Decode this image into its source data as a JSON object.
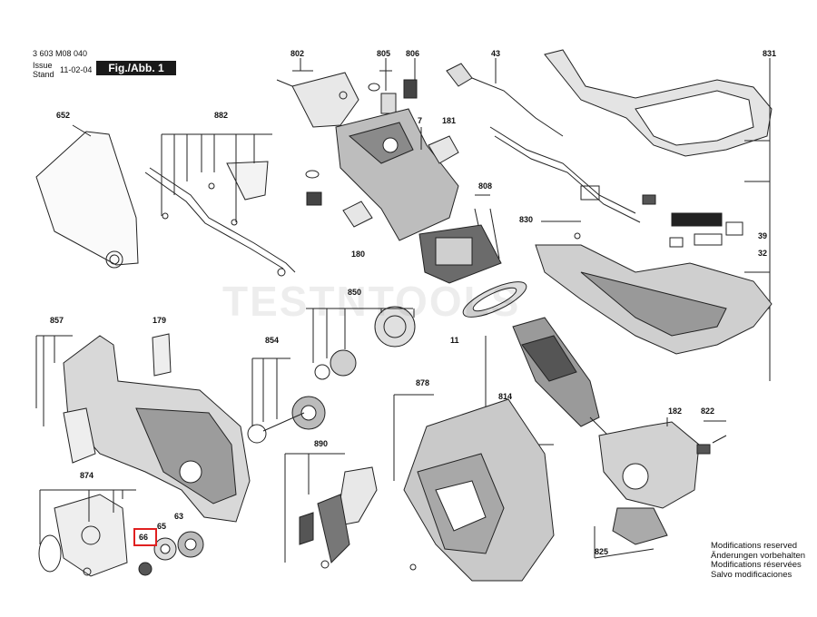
{
  "header": {
    "doc_number": "3 603 M08 040",
    "issue_label": "Issue",
    "stand_label": "Stand",
    "issue_date": "11-02-04",
    "figure_label": "Fig./Abb. 1"
  },
  "watermark": "TESTNTOOLS",
  "notes": [
    "Modifications reserved",
    "Änderungen vorbehalten",
    "Modifications réservées",
    "Salvo modificaciones"
  ],
  "highlight_color": "#e02020",
  "labels": {
    "p652": "652",
    "p882": "882",
    "p802": "802",
    "p805": "805",
    "p806": "806",
    "p43": "43",
    "p831": "831",
    "p7": "7",
    "p181": "181",
    "p808": "808",
    "p830": "830",
    "p39": "39",
    "p32": "32",
    "p180": "180",
    "p850": "850",
    "p11": "11",
    "p857": "857",
    "p179": "179",
    "p854": "854",
    "p814": "814",
    "p878": "878",
    "p182": "182",
    "p822": "822",
    "p890": "890",
    "p874": "874",
    "p65": "65",
    "p63": "63",
    "p66": "66",
    "p825": "825"
  }
}
